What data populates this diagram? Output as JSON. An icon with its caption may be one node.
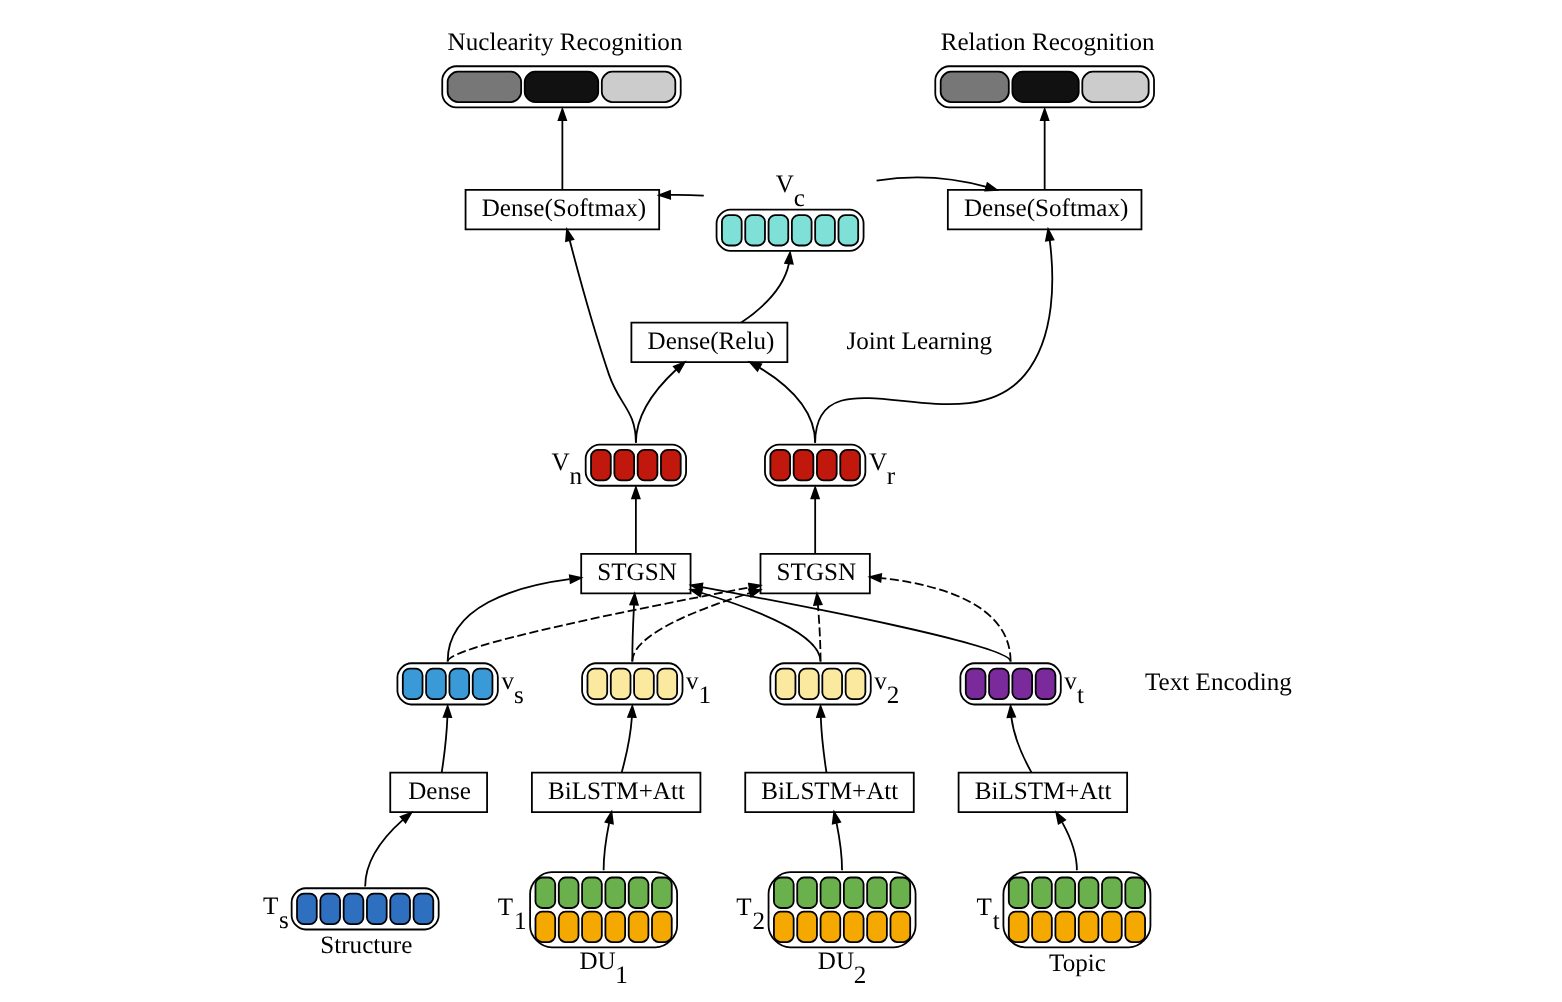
{
  "diagram": {
    "nodes": [
      {
        "text": [],
        "shape": "bar",
        "beside": [
          "Nuclearity Recognition"
        ]
      },
      {
        "text": [],
        "shape": "bar",
        "beside": [
          "Relation Recognition"
        ]
      },
      {
        "text": [
          "Dense(Softmax)"
        ]
      },
      {
        "text": [],
        "shape": "bar",
        "beside": [
          "V$_{c}$"
        ]
      },
      {
        "text": [
          "Dense(Softmax)"
        ]
      },
      {
        "text": [
          "Dense(Relu)"
        ]
      },
      {
        "text": [],
        "shape": "bar",
        "beside": [
          "V$_{n}$"
        ]
      },
      {
        "text": [],
        "shape": "bar",
        "beside": [
          "V$_{r}$"
        ]
      },
      {
        "text": [
          "STGSN"
        ]
      },
      {
        "text": [
          "STGSN"
        ]
      },
      {
        "text": [],
        "shape": "bar",
        "beside": [
          "v$_{s}$"
        ]
      },
      {
        "text": [],
        "shape": "bar",
        "beside": [
          "v$_{1}$"
        ]
      },
      {
        "text": [],
        "shape": "bar",
        "beside": [
          "v$_{2}$"
        ]
      },
      {
        "text": [],
        "shape": "bar",
        "beside": [
          "v$_{t}$"
        ]
      },
      {
        "text": [
          "Dense"
        ]
      },
      {
        "text": [
          "BiLSTM+Att"
        ]
      },
      {
        "text": [
          "BiLSTM+Att"
        ]
      },
      {
        "text": [
          "BiLSTM+Att"
        ]
      },
      {
        "text": [],
        "shape": "bar",
        "beside": [
          "T$_{s}$",
          "Structure"
        ]
      },
      {
        "text": [],
        "shape": "bar",
        "beside": [
          "T$_{1}$",
          "DU$_{1}$"
        ]
      },
      {
        "text": [],
        "shape": "bar",
        "beside": [
          "T$_{2}$",
          "DU$_{2}$"
        ]
      },
      {
        "text": [],
        "shape": "bar",
        "beside": [
          "T$_{t}$",
          "Topic"
        ]
      }
    ],
    "edges": [
      {
        "from": 18,
        "to": 14,
        "arrow": "to"
      },
      {
        "from": 14,
        "to": 10,
        "arrow": "to"
      },
      {
        "from": 19,
        "to": 15,
        "arrow": "to"
      },
      {
        "from": 15,
        "to": 11,
        "arrow": "to"
      },
      {
        "from": 20,
        "to": 16,
        "arrow": "to"
      },
      {
        "from": 16,
        "to": 12,
        "arrow": "to"
      },
      {
        "from": 21,
        "to": 17,
        "arrow": "to"
      },
      {
        "from": 17,
        "to": 13,
        "arrow": "to"
      },
      {
        "from": 10,
        "to": 8,
        "arrow": "to"
      },
      {
        "from": 11,
        "to": 8,
        "arrow": "to"
      },
      {
        "from": 12,
        "to": 8,
        "arrow": "to"
      },
      {
        "from": 13,
        "to": 8,
        "arrow": "to"
      },
      {
        "from": 10,
        "to": 9,
        "arrow": "to",
        "style": "dashed"
      },
      {
        "from": 11,
        "to": 9,
        "arrow": "to",
        "style": "dashed"
      },
      {
        "from": 12,
        "to": 9,
        "arrow": "to",
        "style": "dashed"
      },
      {
        "from": 13,
        "to": 9,
        "arrow": "to",
        "style": "dashed"
      },
      {
        "from": 8,
        "to": 6,
        "arrow": "to"
      },
      {
        "from": 9,
        "to": 7,
        "arrow": "to"
      },
      {
        "from": 6,
        "to": 5,
        "arrow": "to"
      },
      {
        "from": 7,
        "to": 5,
        "arrow": "to"
      },
      {
        "from": 6,
        "to": 2,
        "arrow": "to"
      },
      {
        "from": 7,
        "to": 4,
        "arrow": "to"
      },
      {
        "from": 5,
        "to": 3,
        "arrow": "to"
      },
      {
        "from": 3,
        "to": 2,
        "arrow": "to"
      },
      {
        "from": 3,
        "to": 4,
        "arrow": "to"
      },
      {
        "from": 2,
        "to": 0,
        "arrow": "to"
      },
      {
        "from": 4,
        "to": 1,
        "arrow": "to"
      }
    ],
    "labels": [
      "Joint Learning",
      "Text Encoding"
    ]
  }
}
